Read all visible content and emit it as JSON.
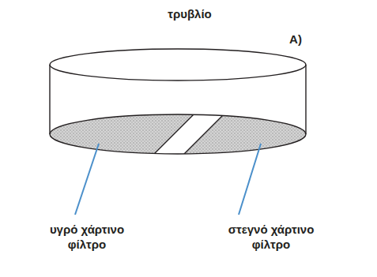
{
  "diagram": {
    "labels": [
      "τρυβλίο",
      "A)",
      "υγρό χάρτινο φίλτρο",
      "στεγνό χάρτινο φίλτρο"
    ]
  }
}
